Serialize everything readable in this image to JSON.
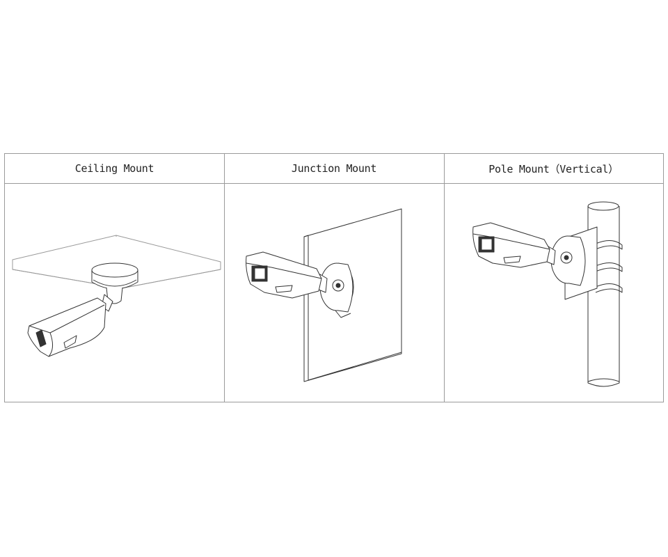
{
  "table": {
    "columns": [
      {
        "label": "Ceiling Mount",
        "illustration": "ceiling-mount-illustration"
      },
      {
        "label": "Junction Mount",
        "illustration": "junction-mount-illustration"
      },
      {
        "label": "Pole Mount（Vertical）",
        "illustration": "pole-mount-illustration"
      }
    ]
  }
}
